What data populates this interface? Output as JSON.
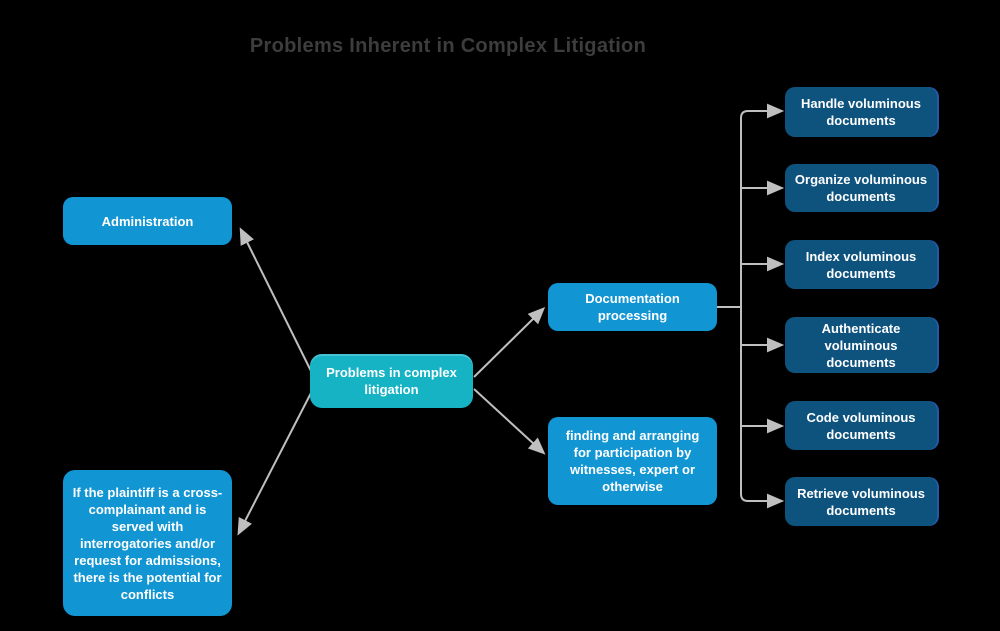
{
  "title": "Problems Inherent in Complex Litigation",
  "root": {
    "label": "Problems in complex litigation"
  },
  "branches": {
    "administration": {
      "label": "Administration"
    },
    "plaintiff_conflicts": {
      "label": "If the plaintiff is a cross-complainant and is served with interrogatories and/or request for admissions, there is the potential for conflicts"
    },
    "documentation_processing": {
      "label": "Documentation processing"
    },
    "witnesses": {
      "label": "finding and arranging for participation by witnesses, expert or otherwise"
    }
  },
  "leaves": [
    {
      "label": "Handle voluminous documents"
    },
    {
      "label": "Organize voluminous documents"
    },
    {
      "label": "Index voluminous documents"
    },
    {
      "label": "Authenticate voluminous documents"
    },
    {
      "label": "Code voluminous documents"
    },
    {
      "label": "Retrieve voluminous documents"
    }
  ],
  "colors": {
    "background": "#000000",
    "title_text": "#3d3d3d",
    "node_root": "#16b3c5",
    "node_branch": "#1295d3",
    "node_leaf": "#0e527e",
    "node_text": "#ffffff",
    "connector": "#bfbfbf"
  }
}
